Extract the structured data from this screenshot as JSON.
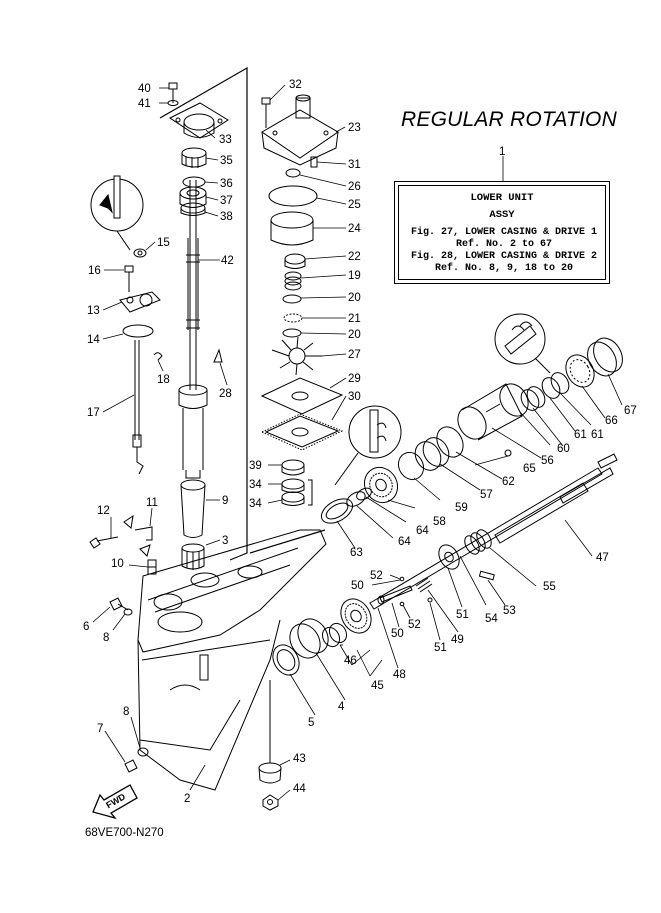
{
  "title": "REGULAR ROTATION",
  "ref_number": "1",
  "info_box": {
    "line1": "LOWER UNIT",
    "line2": "ASSY",
    "ref1": "Fig. 27, LOWER CASING & DRIVE 1",
    "ref1_nos": "Ref. No. 2 to 67",
    "ref2": "Fig. 28, LOWER CASING & DRIVE 2",
    "ref2_nos": "Ref. No. 8, 9, 18 to 20"
  },
  "fwd_label": "FWD",
  "diagram_code": "68VE700-N270",
  "part_labels": [
    "40",
    "41",
    "33",
    "35",
    "36",
    "37",
    "38",
    "42",
    "32",
    "23",
    "31",
    "26",
    "25",
    "24",
    "22",
    "19",
    "20",
    "21",
    "20",
    "27",
    "29",
    "30",
    "15",
    "16",
    "13",
    "14",
    "18",
    "28",
    "17",
    "39",
    "34",
    "34",
    "9",
    "3",
    "12",
    "11",
    "10",
    "6",
    "8",
    "7",
    "8",
    "2",
    "43",
    "44",
    "5",
    "4",
    "46",
    "45",
    "48",
    "50",
    "52",
    "50",
    "52",
    "51",
    "49",
    "51",
    "54",
    "53",
    "55",
    "47",
    "63",
    "64",
    "64",
    "58",
    "59",
    "57",
    "62",
    "56",
    "65",
    "60",
    "61",
    "61",
    "66",
    "67",
    "1"
  ]
}
